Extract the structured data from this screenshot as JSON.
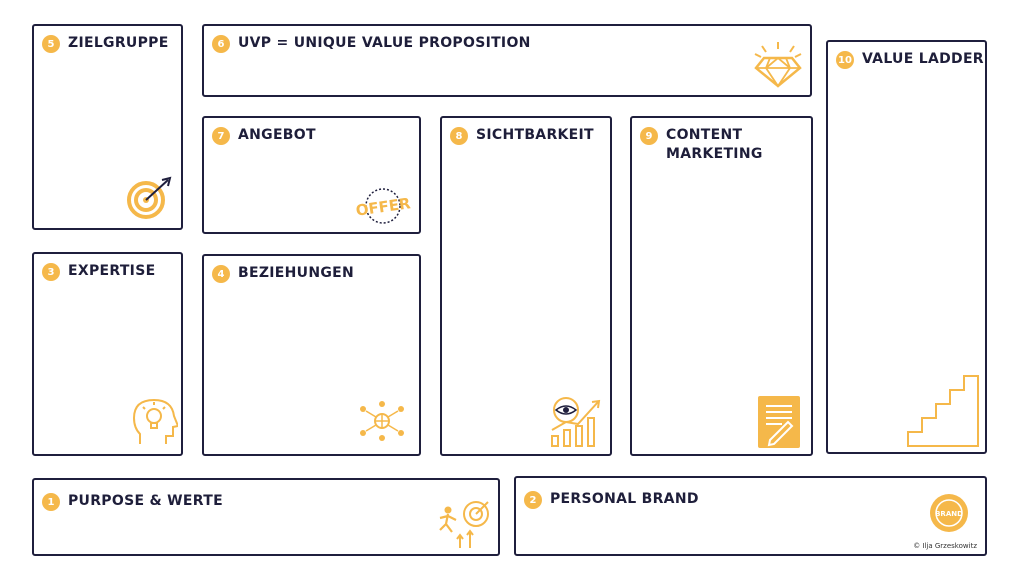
{
  "colors": {
    "accent": "#f5b84a",
    "ink": "#1f1f3d"
  },
  "boxes": {
    "zielgruppe": {
      "num": "5",
      "title": "ZIELGRUPPE",
      "icon": "target-icon"
    },
    "uvp": {
      "num": "6",
      "title": "UVP = UNIQUE VALUE PROPOSITION",
      "icon": "diamond-icon"
    },
    "value_ladder": {
      "num": "10",
      "title": "VALUE LADDER",
      "icon": "stairs-icon"
    },
    "angebot": {
      "num": "7",
      "title": "ANGEBOT",
      "icon": "offer-stamp-icon",
      "stamp_text": "OFFER"
    },
    "sichtbarkeit": {
      "num": "8",
      "title": "SICHTBARKEIT",
      "icon": "eye-growth-icon"
    },
    "content_marketing": {
      "num": "9",
      "title_line1": "CONTENT",
      "title_line2": "MARKETING",
      "icon": "document-pencil-icon"
    },
    "expertise": {
      "num": "3",
      "title": "EXPERTISE",
      "icon": "head-lightbulb-icon"
    },
    "beziehungen": {
      "num": "4",
      "title": "BEZIEHUNGEN",
      "icon": "network-icon"
    },
    "purpose": {
      "num": "1",
      "title": "PURPOSE & WERTE",
      "icon": "runner-target-icon"
    },
    "personal_brand": {
      "num": "2",
      "title": "PERSONAL BRAND",
      "icon": "brand-badge-icon",
      "badge_text": "BRAND"
    }
  },
  "copyright": "© Ilja Grzeskowitz"
}
